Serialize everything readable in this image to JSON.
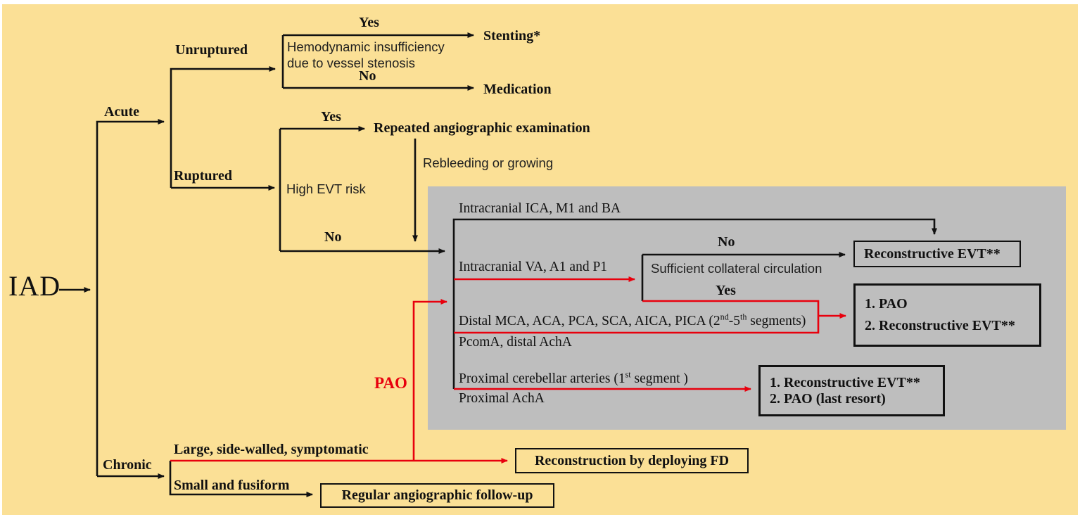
{
  "colors": {
    "bg": "#fbe096",
    "panel": "#bebebe",
    "accent": "#e8000d",
    "ink": "#111111"
  },
  "root": {
    "label": "IAD"
  },
  "acute": {
    "label": "Acute",
    "unruptured": {
      "label": "Unruptured",
      "yes": "Yes",
      "no": "No",
      "condition_line1": "Hemodynamic insufficiency",
      "condition_line2": "due to vessel stenosis",
      "yes_outcome": "Stenting*",
      "no_outcome": "Medication"
    },
    "ruptured": {
      "label": "Ruptured",
      "yes": "Yes",
      "no": "No",
      "condition": "High EVT risk",
      "yes_outcome": "Repeated angiographic examination",
      "rebleed_edge": "Rebleeding or growing"
    }
  },
  "panel": {
    "row_ica": {
      "label": "Intracranial ICA, M1 and BA"
    },
    "row_va": {
      "label": "Intracranial VA, A1 and P1",
      "condition": "Sufficient collateral circulation",
      "no": "No",
      "yes": "Yes"
    },
    "row_distal": {
      "label_parts": [
        {
          "text": "Distal MCA, ACA, PCA, SCA, AICA, PICA (2"
        },
        {
          "sup": "nd"
        },
        {
          "text": "-5"
        },
        {
          "sup": "th"
        },
        {
          "text": " segments)"
        }
      ],
      "sublabel": "PcomA, distal AchA"
    },
    "row_proximal": {
      "label_parts": [
        {
          "text": "Proximal cerebellar arteries (1"
        },
        {
          "sup": "st"
        },
        {
          "text": " segment )"
        }
      ],
      "sublabel": "Proximal AchA"
    },
    "outcome_reconstructive": "Reconstructive EVT**",
    "outcome_pao_first": {
      "line1": "1. PAO",
      "line2": "2. Reconstructive EVT**"
    },
    "outcome_evt_first": {
      "line1": "1. Reconstructive EVT**",
      "line2": "2. PAO (last resort)"
    }
  },
  "pao_edge": "PAO",
  "chronic": {
    "label": "Chronic",
    "large": {
      "label": "Large, side-walled, symptomatic",
      "outcome": "Reconstruction by deploying FD"
    },
    "small": {
      "label": "Small and fusiform",
      "outcome": "Regular angiographic follow-up"
    }
  }
}
